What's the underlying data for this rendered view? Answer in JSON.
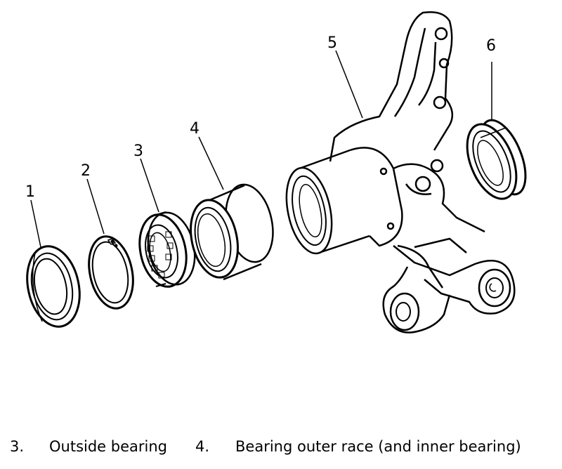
{
  "callouts": [
    "1",
    "2",
    "3",
    "4",
    "5",
    "6"
  ],
  "legend": [
    {
      "number": "3.",
      "text": "Outside bearing"
    },
    {
      "number": "4.",
      "text": "Bearing outer race (and inner bearing)"
    }
  ]
}
